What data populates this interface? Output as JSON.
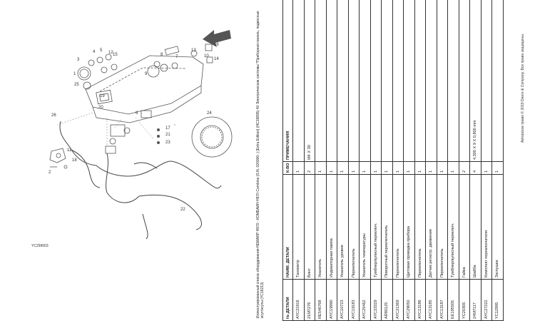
{
  "diagram": {
    "figure_id": "YC299903",
    "callouts": [
      "1",
      "2",
      "3",
      "4",
      "5",
      "6",
      "7",
      "8",
      "9",
      "10",
      "11",
      "12",
      "13",
      "14",
      "15",
      "16",
      "17",
      "18",
      "19",
      "20",
      "21",
      "22",
      "23",
      "24",
      "25",
      "26"
    ]
  },
  "document": {
    "header_line_1": "Иллюстрированный список оборудования HEMARP Н970 - КОМБАЙН Н970 Combine (S.N. 020000- ) [Extra Edition] (HC19895) 40 Электрические системы *Приборная панель, подвесные",
    "header_line_2": "жгут/жгуты (YC19213)",
    "columns": {
      "part_no": "№ ДЕТАЛИ",
      "name": "НАИМ. ДЕТАЛИ",
      "qty": "К-ВО",
      "remarks": "ПРИМЕЧАНИЯ"
    },
    "rows": [
      {
        "part_no": "AYC21916",
        "name": "Тахометр",
        "qty": "1",
        "remarks": ""
      },
      {
        "part_no": "21M7276",
        "name": "Винт",
        "qty": "2",
        "remarks": "M4 X 30"
      },
      {
        "part_no": "RE546768",
        "name": "Указатель",
        "qty": "1",
        "remarks": ""
      },
      {
        "part_no": "AYC19990",
        "name": "Индикаторная лампа",
        "qty": "1",
        "remarks": ""
      },
      {
        "part_no": "AYC10723",
        "name": "Указатель уровня",
        "qty": "1",
        "remarks": ""
      },
      {
        "part_no": "AYC19183",
        "name": "Переключатель",
        "qty": "1",
        "remarks": ""
      },
      {
        "part_no": "AYC25462",
        "name": "Указатель температуры",
        "qty": "1",
        "remarks": ""
      },
      {
        "part_no": "AYC23329",
        "name": "Тумблер/кулисный переключ.",
        "qty": "1",
        "remarks": ""
      },
      {
        "part_no": "AR80125",
        "name": "Поворотный переключатель",
        "qty": "1",
        "remarks": ""
      },
      {
        "part_no": "AYC21369",
        "name": "Переключатель",
        "qty": "1",
        "remarks": ""
      },
      {
        "part_no": "AYC29050",
        "name": "Щитовая проводка прибора",
        "qty": "1",
        "remarks": ""
      },
      {
        "part_no": "AYC13186",
        "name": "Переключатель",
        "qty": "1",
        "remarks": ""
      },
      {
        "part_no": "AYC13185",
        "name": "Датчик регистр. движения",
        "qty": "1",
        "remarks": ""
      },
      {
        "part_no": "AYC13187",
        "name": "Переключатель",
        "qty": "1",
        "remarks": ""
      },
      {
        "part_no": "EE195505",
        "name": "Тумблер/кулисный переключ.",
        "qty": "1",
        "remarks": ""
      },
      {
        "part_no": "YC20305",
        "name": "Гайка",
        "qty": "2",
        "remarks": ""
      },
      {
        "part_no": "24M7117",
        "name": "Шайба",
        "qty": "4",
        "remarks": "4,300 X 9 X 0,800 mm"
      },
      {
        "part_no": "AYC27222",
        "name": "Комплект переключателя",
        "qty": "1",
        "remarks": ""
      },
      {
        "part_no": "YC12995",
        "name": "Заглушка",
        "qty": "1",
        "remarks": ""
      }
    ],
    "footer": "Авторское право © 2019 Deere & Company. Все права защищены."
  }
}
